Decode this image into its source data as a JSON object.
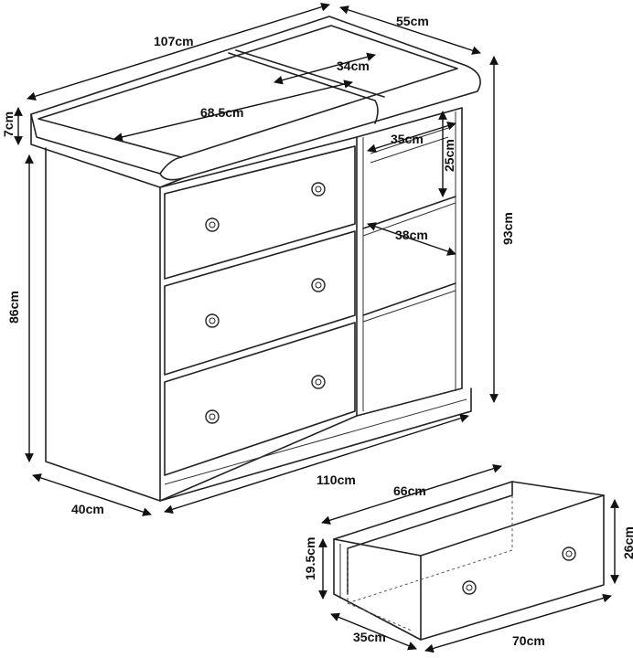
{
  "dimensions": {
    "top_width": "107cm",
    "top_depth": "55cm",
    "top_inner_small": "34cm",
    "top_inner_large": "68.5cm",
    "rail_height": "7cm",
    "shelf_width_top": "35cm",
    "shelf_height": "25cm",
    "total_height": "93cm",
    "shelf_depth": "38cm",
    "body_height": "86cm",
    "base_width": "110cm",
    "base_depth": "40cm",
    "drawer_width": "66cm",
    "drawer_front_height": "26cm",
    "drawer_inner_height": "19.5cm",
    "drawer_depth": "35cm",
    "drawer_front_width": "70cm"
  }
}
